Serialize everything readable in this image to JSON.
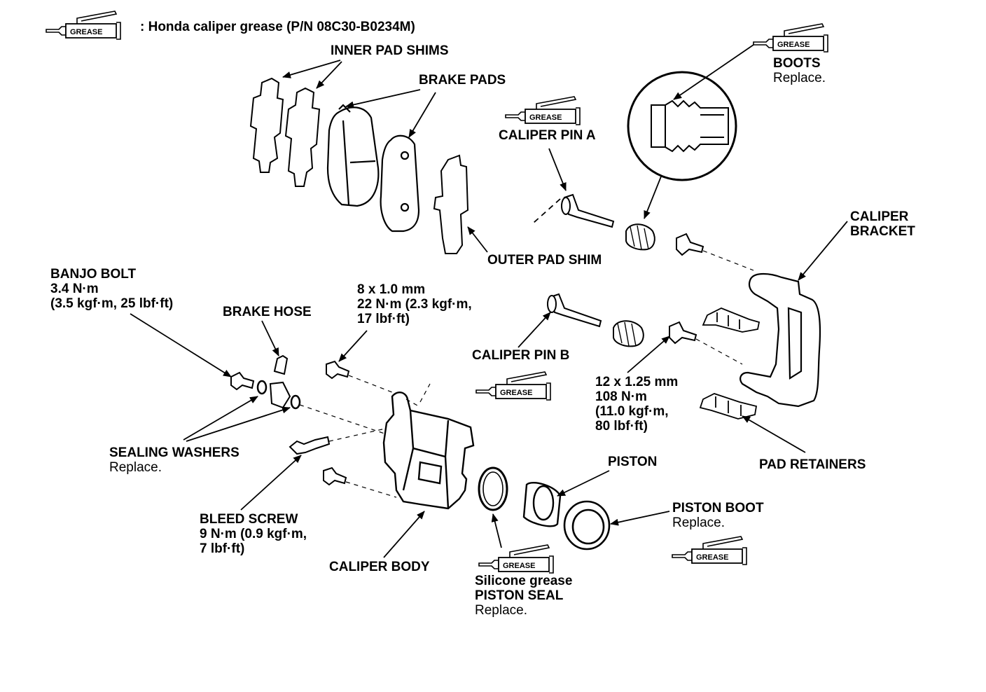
{
  "legend": {
    "icon": "grease-tube-icon",
    "badge_text": "GREASE",
    "text": ": Honda caliper grease (P/N 08C30-B0234M)"
  },
  "labels": {
    "inner_pad_shims": {
      "title": "INNER PAD SHIMS"
    },
    "brake_pads": {
      "title": "BRAKE PADS"
    },
    "boots": {
      "title": "BOOTS",
      "note": "Replace."
    },
    "caliper_pin_a": {
      "title": "CALIPER PIN A"
    },
    "caliper_bracket": {
      "line1": "CALIPER",
      "line2": "BRACKET"
    },
    "outer_pad_shim": {
      "title": "OUTER PAD SHIM"
    },
    "banjo_bolt": {
      "title": "BANJO BOLT",
      "spec1": "3.4 N·m",
      "spec2": "(3.5 kgf·m, 25 lbf·ft)"
    },
    "brake_hose": {
      "title": "BRAKE HOSE"
    },
    "bolt_8mm": {
      "line1": "8 x 1.0 mm",
      "line2": "22 N·m (2.3 kgf·m,",
      "line3": "17 lbf·ft)"
    },
    "caliper_pin_b": {
      "title": "CALIPER PIN B"
    },
    "bolt_12mm": {
      "line1": "12 x 1.25 mm",
      "line2": "108 N·m",
      "line3": "(11.0 kgf·m,",
      "line4": "80 lbf·ft)"
    },
    "sealing_washers": {
      "title": "SEALING WASHERS",
      "note": "Replace."
    },
    "pad_retainers": {
      "title": "PAD RETAINERS"
    },
    "piston": {
      "title": "PISTON"
    },
    "piston_boot": {
      "title": "PISTON BOOT",
      "note": "Replace."
    },
    "bleed_screw": {
      "title": "BLEED SCREW",
      "spec1": "9 N·m (0.9 kgf·m,",
      "spec2": "7 lbf·ft)"
    },
    "caliper_body": {
      "title": "CALIPER BODY"
    },
    "piston_seal": {
      "grease": "Silicone grease",
      "title": "PISTON SEAL",
      "note": "Replace."
    }
  },
  "grease_badge": "GREASE"
}
